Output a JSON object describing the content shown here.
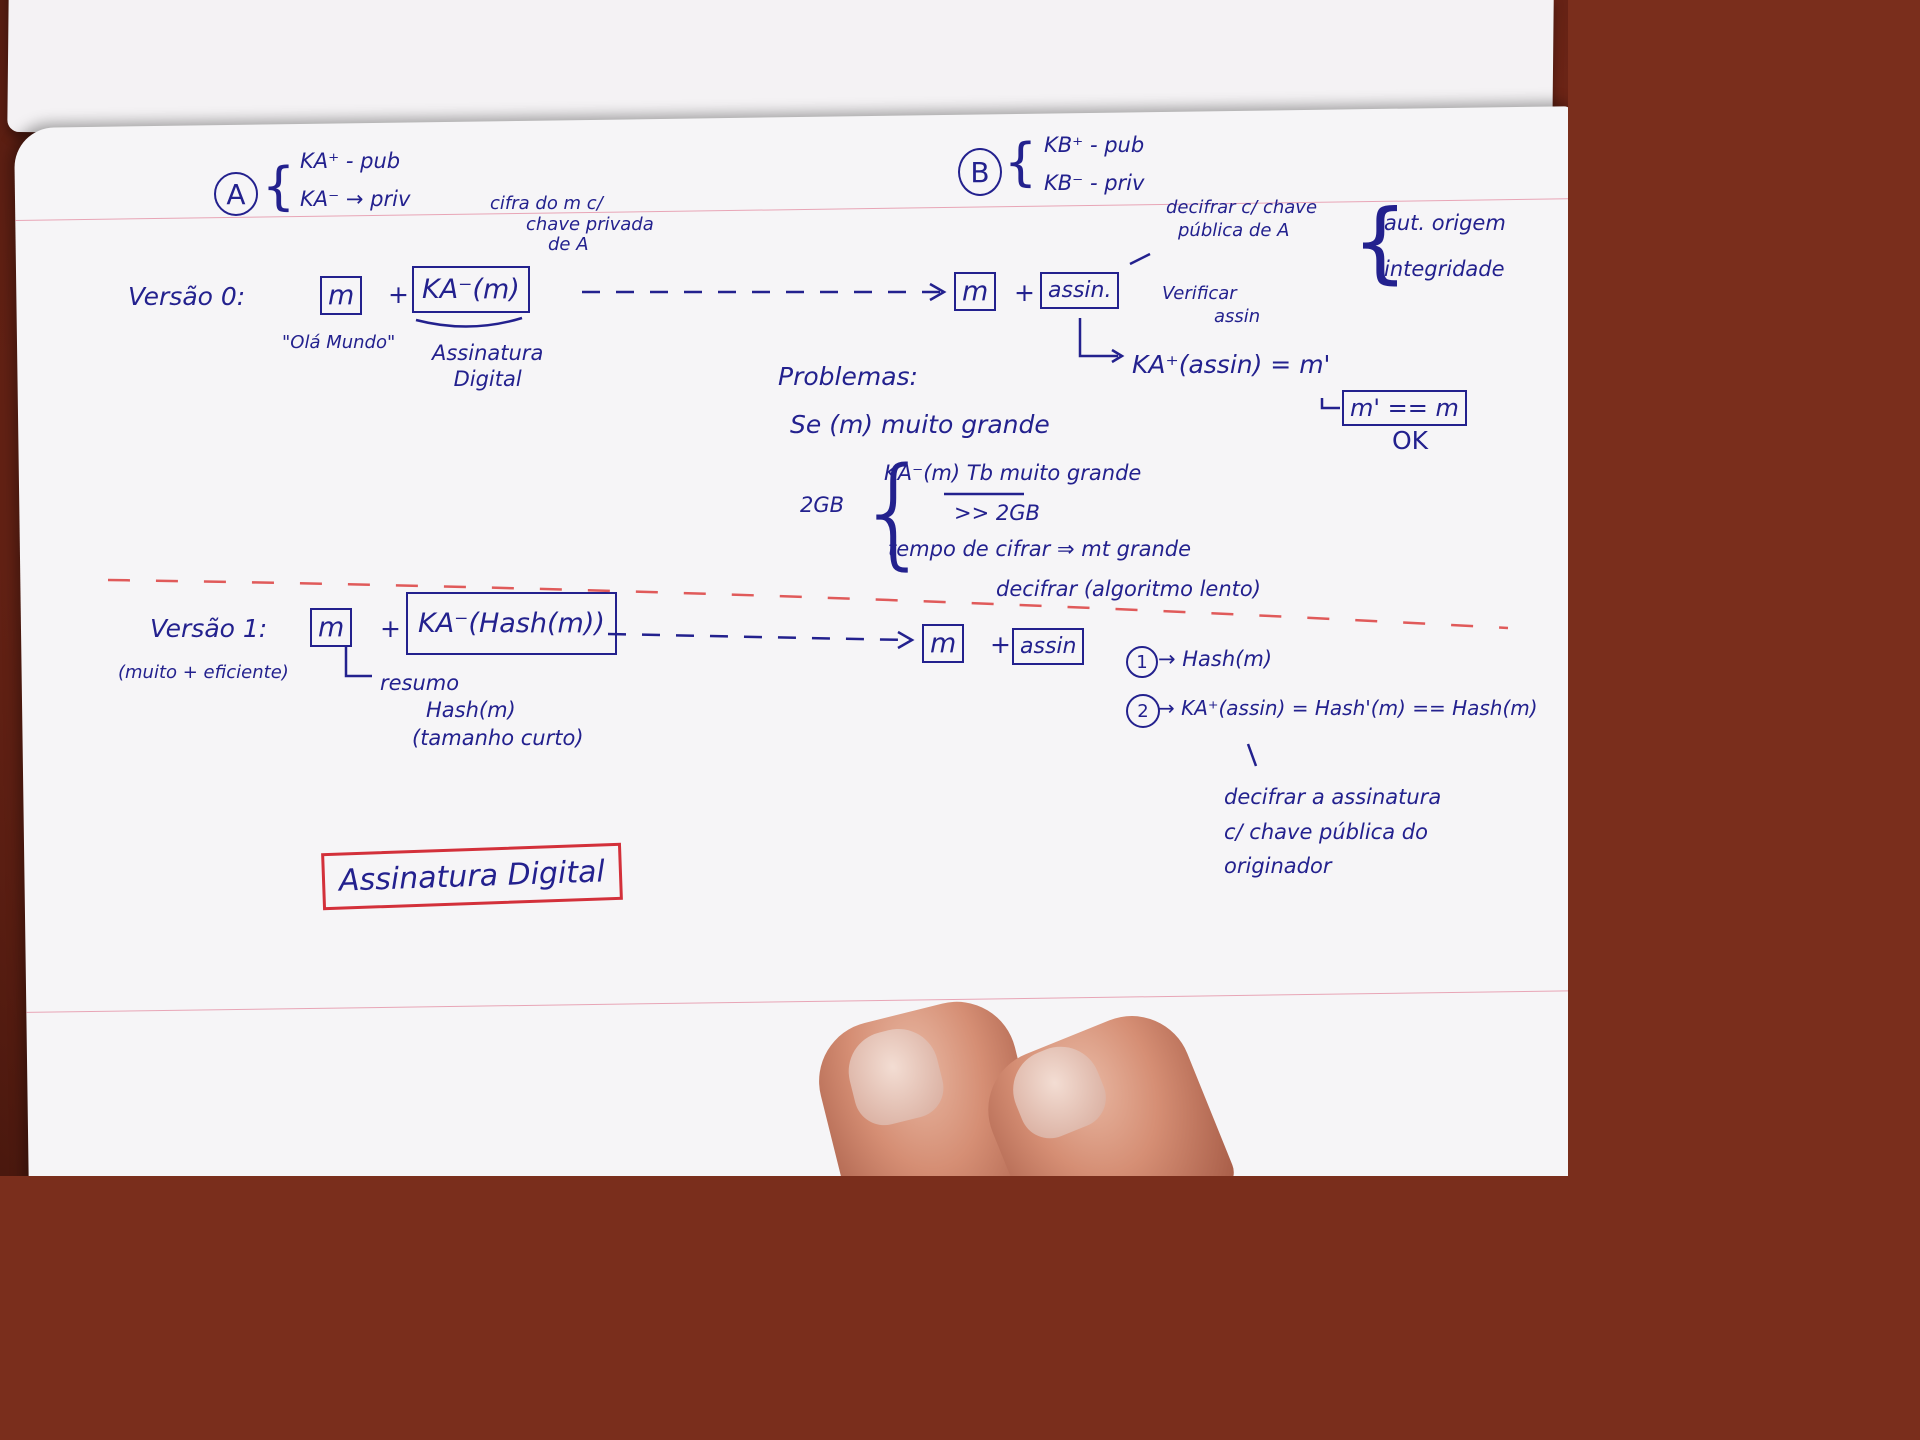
{
  "page": {
    "role_A": {
      "circle": "A",
      "line1": "KA⁺ - pub",
      "line2": "KA⁻ → priv"
    },
    "role_B": {
      "circle": "B",
      "line1": "KB⁺ - pub",
      "line2": "KB⁻ - priv"
    },
    "versao0": {
      "label": "Versão 0:",
      "m_box": "m",
      "plus": "+",
      "sig_box": "KA⁻(m)",
      "cifra_note": [
        "cifra do m c/",
        "chave privada",
        "de A"
      ],
      "m_caption": "\"Olá Mundo\"",
      "sig_caption": [
        "Assinatura",
        "Digital"
      ],
      "recv_m": "m",
      "recv_plus": "+",
      "recv_sig": "assin.",
      "decifrar_note": [
        "decifrar c/ chave",
        "pública de A"
      ],
      "verificar_note": [
        "Verificar",
        "assin"
      ],
      "brace_notes": [
        "aut. origem",
        "integridade"
      ],
      "result": "KA⁺(assin) = m'",
      "check_box": "m' == m",
      "ok": "OK"
    },
    "problemas": {
      "title": "Problemas:",
      "line1": "Se (m) muito grande",
      "size_label": "2GB",
      "line2": "KA⁻(m) Tb muito grande",
      "line3": ">> 2GB",
      "line4": "tempo de cifrar ⇒ mt grande",
      "line5": "decifrar (algoritmo lento)"
    },
    "versao1": {
      "label": "Versão 1:",
      "sublabel": "(muito + eficiente)",
      "m_box": "m",
      "plus": "+",
      "sig_box": "KA⁻(Hash(m))",
      "resumo_note": [
        "resumo",
        "Hash(m)",
        "(tamanho curto)"
      ],
      "recv_m": "m",
      "recv_plus": "+",
      "recv_sig": "assin",
      "step1_circle": "1",
      "step1": "→ Hash(m)",
      "step2_circle": "2",
      "step2": "→ KA⁺(assin) = Hash'(m) == Hash(m)",
      "step2_note": [
        "decifrar a assinatura",
        "c/ chave pública do",
        "originador"
      ]
    },
    "title_box": "Assinatura Digital"
  }
}
